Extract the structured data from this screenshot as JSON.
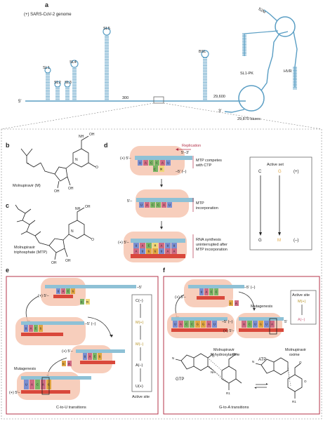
{
  "colors": {
    "backbone": "#8ec1d6",
    "nascent": "#d9483b",
    "cytidine": "#79b464",
    "guanosine": "#e0a642",
    "uridine": "#7a8ed0",
    "adenosine": "#cf6a83",
    "molnupiravir": "#efd878",
    "enzyme": "#f6c6b0",
    "frame": "#b4334a",
    "helix": "#5a9ec4"
  },
  "panel_a": {
    "label": "a",
    "genome_label": "(+) SARS-CoV-2 genome",
    "labels": {
      "sl1": "SL1",
      "sl2": "SL2",
      "sl3": "SL3",
      "sl4": "SL4",
      "sl5": "SL5",
      "pos300": "300",
      "bsl": "BSL",
      "pos29600": "29,600",
      "sl1pk": "SL1-PK",
      "s2m": "S2M",
      "hvr": "HVR",
      "bases": "29,870 bases",
      "five": "5′",
      "three": "3′"
    }
  },
  "panel_b": {
    "label": "b",
    "caption": "Molnupiravir (M)"
  },
  "panel_c": {
    "label": "c",
    "caption_line1": "Molnupiravir",
    "caption_line2": "triphosphate (MTP)"
  },
  "panel_d": {
    "label": "d",
    "replication": "Replication",
    "plus5": "(+) 5′–",
    "three_five": "5′–3′",
    "minus5": "–5′ (–)",
    "five": "5′–",
    "step1": [
      "MTP competes",
      "with CTP"
    ],
    "step2": [
      "MTP",
      "incorporation"
    ],
    "step3": [
      "RNA synthesis",
      "uninterrupted after",
      "MTP incorporation"
    ],
    "active_set": {
      "title": "Active set",
      "top": [
        "C",
        "G",
        "(+)"
      ],
      "bottom": [
        "G",
        "M",
        "(–)"
      ]
    },
    "template1": [
      "U",
      "A",
      "C",
      "C",
      "A",
      "U"
    ],
    "template3": [
      "U",
      "A",
      "C",
      "M",
      "A",
      "U",
      "U"
    ],
    "nascent3": [
      "A",
      "U",
      "G",
      "G",
      "U",
      "A",
      "A"
    ],
    "free_nts": [
      "C",
      "M"
    ]
  },
  "panel_e": {
    "label": "e",
    "minus5": "–5′",
    "five_minus": "–5′ (–)",
    "plus5": "(+) 5′–",
    "mutagenesis": "Mutagenesis",
    "caption": "C-to-U transitions",
    "active_site_caption": "Active site",
    "chain": [
      "C(–)",
      "M(+)",
      "M(–)",
      "A(–)",
      "U(+)"
    ],
    "row1": [
      "U",
      "A",
      "C",
      "G"
    ],
    "row4": [
      "U",
      "A",
      "C",
      "A",
      "G"
    ],
    "pair": [
      "G",
      "A"
    ],
    "free": [
      "C",
      "M"
    ]
  },
  "panel_f": {
    "label": "f",
    "five_minus": "–5′ (–)",
    "plus5": "(+) 5′–",
    "five": "5′",
    "mutagenesis": "Mutagenesis",
    "active_site": "Active site",
    "active_top": "M(+)",
    "active_bottom": "A(–)",
    "n_hydroxylamine": [
      "Molnupiravir",
      "N-hydroxylamine"
    ],
    "oxime": [
      "Molnupiravir",
      "oxime"
    ],
    "gtp": "GTP",
    "atp": "ATP",
    "caption": "G-to-A transitions",
    "r1": "R1",
    "atoms": {
      "n": "N",
      "nh": "NH",
      "o": "O",
      "h": "H",
      "oh": "OH"
    },
    "row_left": [
      "U",
      "A",
      "C",
      "C",
      "G",
      "G",
      "A",
      "U"
    ],
    "row_right": [
      "A",
      "C",
      "U",
      "G",
      "U",
      "A"
    ],
    "free": [
      "G",
      "A"
    ]
  }
}
